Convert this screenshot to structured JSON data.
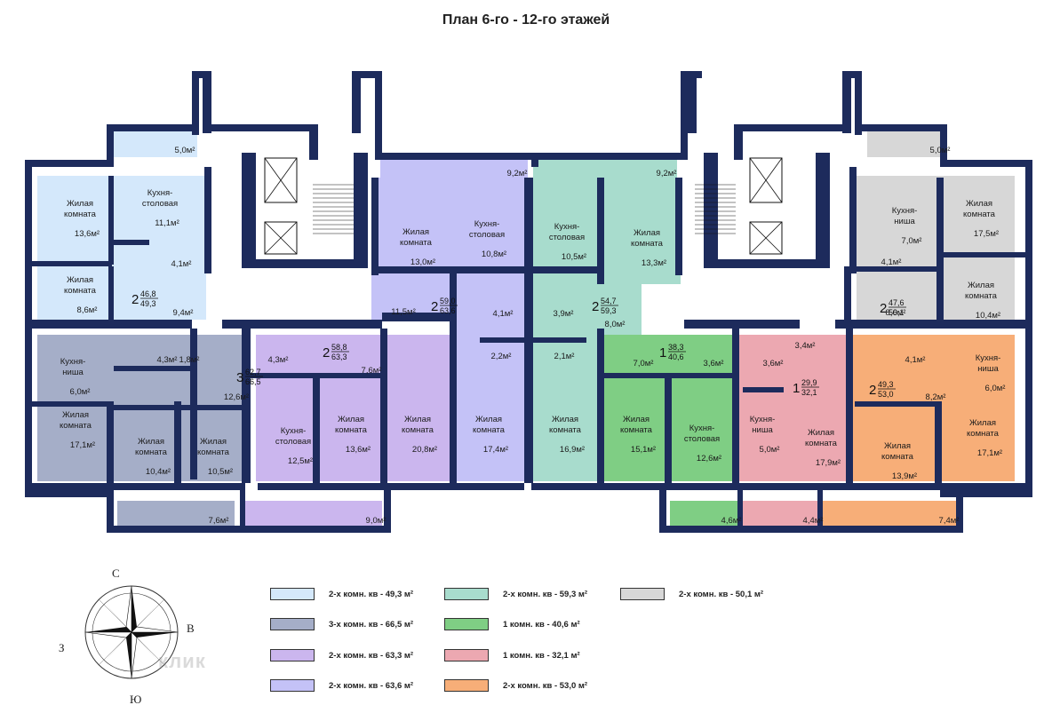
{
  "title": "План 6-го - 12-го этажей",
  "colors": {
    "wall": "#1d2b5c",
    "apt_49_3": "#d4e8fb",
    "apt_66_5": "#a5aec8",
    "apt_63_3": "#cbb6ee",
    "apt_63_6": "#c4c2f7",
    "apt_59_3": "#a8dccd",
    "apt_40_6": "#7fce84",
    "apt_32_1": "#eca8b1",
    "apt_53_0": "#f7ae78",
    "apt_50_1": "#d7d7d7"
  },
  "apartments": [
    {
      "rooms": "2",
      "area_living": "46,8",
      "area_total": "49,3"
    },
    {
      "rooms": "3",
      "area_living": "62,7",
      "area_total": "66,5"
    },
    {
      "rooms": "2",
      "area_living": "58,8",
      "area_total": "63,3"
    },
    {
      "rooms": "2",
      "area_living": "59,0",
      "area_total": "63,6"
    },
    {
      "rooms": "2",
      "area_living": "54,7",
      "area_total": "59,3"
    },
    {
      "rooms": "1",
      "area_living": "38,3",
      "area_total": "40,6"
    },
    {
      "rooms": "1",
      "area_living": "29,9",
      "area_total": "32,1"
    },
    {
      "rooms": "2",
      "area_living": "49,3",
      "area_total": "53,0"
    },
    {
      "rooms": "2",
      "area_living": "47,6",
      "area_total": "50,1"
    }
  ],
  "rooms": [
    {
      "name": "Жилая комната",
      "area": "13,6м²"
    },
    {
      "name": "Кухня-столовая",
      "area": "11,1м²"
    },
    {
      "name": "Жилая комната",
      "area": "8,6м²"
    },
    {
      "name": "",
      "area": "4,1м²"
    },
    {
      "name": "",
      "area": "9,4м²"
    },
    {
      "name": "",
      "area": "5,0м²"
    },
    {
      "name": "Кухня-ниша",
      "area": "6,0м²"
    },
    {
      "name": "",
      "area": "4,3м²"
    },
    {
      "name": "",
      "area": "1,8м²"
    },
    {
      "name": "",
      "area": "12,6м²"
    },
    {
      "name": "Жилая комната",
      "area": "17,1м²"
    },
    {
      "name": "Жилая комната",
      "area": "10,4м²"
    },
    {
      "name": "Жилая комната",
      "area": "10,5м²"
    },
    {
      "name": "",
      "area": "7,6м²"
    },
    {
      "name": "",
      "area": "4,3м²"
    },
    {
      "name": "",
      "area": "7,6м²"
    },
    {
      "name": "Кухня-столовая",
      "area": "12,5м²"
    },
    {
      "name": "Жилая комната",
      "area": "13,6м²"
    },
    {
      "name": "Жилая комната",
      "area": "20,8м²"
    },
    {
      "name": "",
      "area": "9,0м²"
    },
    {
      "name": "Жилая комната",
      "area": "13,0м²"
    },
    {
      "name": "Кухня-столовая",
      "area": "10,8м²"
    },
    {
      "name": "",
      "area": "11,5м²"
    },
    {
      "name": "",
      "area": "4,1м²"
    },
    {
      "name": "",
      "area": "2,2м²"
    },
    {
      "name": "Жилая комната",
      "area": "17,4м²"
    },
    {
      "name": "",
      "area": "9,2м²"
    },
    {
      "name": "Кухня-столовая",
      "area": "10,5м²"
    },
    {
      "name": "Жилая комната",
      "area": "13,3м²"
    },
    {
      "name": "",
      "area": "3,9м²"
    },
    {
      "name": "",
      "area": "2,1м²"
    },
    {
      "name": "",
      "area": "8,0м²"
    },
    {
      "name": "Жилая комната",
      "area": "16,9м²"
    },
    {
      "name": "",
      "area": "9,2м²"
    },
    {
      "name": "",
      "area": "7,0м²"
    },
    {
      "name": "",
      "area": "3,6м²"
    },
    {
      "name": "Жилая комната",
      "area": "15,1м²"
    },
    {
      "name": "Кухня-столовая",
      "area": "12,6м²"
    },
    {
      "name": "",
      "area": "4,6м²"
    },
    {
      "name": "",
      "area": "3,6м²"
    },
    {
      "name": "",
      "area": "3,4м²"
    },
    {
      "name": "Кухня-ниша",
      "area": "5,0м²"
    },
    {
      "name": "Жилая комната",
      "area": "17,9м²"
    },
    {
      "name": "",
      "area": "4,4м²"
    },
    {
      "name": "",
      "area": "4,1м²"
    },
    {
      "name": "Кухня-ниша",
      "area": "6,0м²"
    },
    {
      "name": "",
      "area": "8,2м²"
    },
    {
      "name": "Жилая комната",
      "area": "13,9м²"
    },
    {
      "name": "Жилая комната",
      "area": "17,1м²"
    },
    {
      "name": "",
      "area": "7,4м²"
    },
    {
      "name": "Кухня-ниша",
      "area": "7,0м²"
    },
    {
      "name": "Жилая комната",
      "area": "17,5м²"
    },
    {
      "name": "",
      "area": "4,1м²"
    },
    {
      "name": "Жилая комната",
      "area": "10,4м²"
    },
    {
      "name": "",
      "area": "8,6м²"
    },
    {
      "name": "",
      "area": "5,0м²"
    }
  ],
  "legend": [
    {
      "label": "2-х комн. кв - 49,3 м²",
      "color": "#d4e8fb"
    },
    {
      "label": "3-х комн. кв - 66,5 м²",
      "color": "#a5aec8"
    },
    {
      "label": "2-х комн. кв - 63,3 м²",
      "color": "#cbb6ee"
    },
    {
      "label": "2-х комн. кв - 63,6 м²",
      "color": "#c4c2f7"
    },
    {
      "label": "2-х комн. кв - 59,3 м²",
      "color": "#a8dccd"
    },
    {
      "label": "1 комн. кв - 40,6 м²",
      "color": "#7fce84"
    },
    {
      "label": "1 комн. кв - 32,1 м²",
      "color": "#eca8b1"
    },
    {
      "label": "2-х комн. кв - 53,0 м²",
      "color": "#f7ae78"
    },
    {
      "label": "2-х комн. кв - 50,1 м²",
      "color": "#d7d7d7"
    }
  ],
  "compass": {
    "north": "С",
    "south": "Ю",
    "east": "В",
    "west": "З"
  },
  "watermark": "клик"
}
